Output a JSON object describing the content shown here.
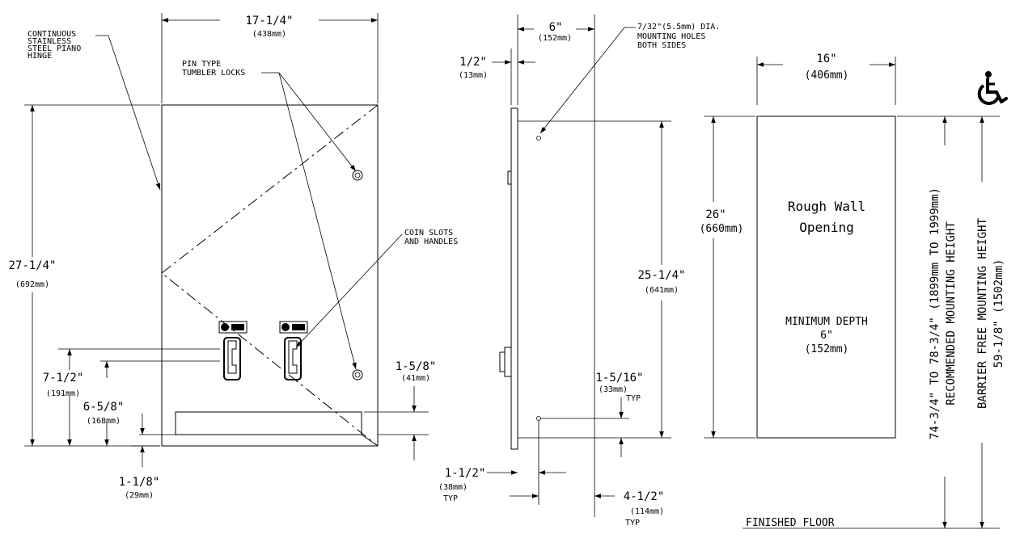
{
  "front_view": {
    "hinge_note": [
      "CONTINUOUS",
      "STAINLESS",
      "STEEL PIANO",
      "HINGE"
    ],
    "lock_note": [
      "PIN TYPE",
      "TUMBLER LOCKS"
    ],
    "coin_note": [
      "COIN SLOTS",
      "AND HANDLES"
    ],
    "width": {
      "in": "17-1/4\"",
      "mm": "(438mm)"
    },
    "height": {
      "in": "27-1/4\"",
      "mm": "(692mm)"
    },
    "handle_height": {
      "in": "7-1/2\"",
      "mm": "(191mm)"
    },
    "slot_height": {
      "in": "6-5/8\"",
      "mm": "(168mm)"
    },
    "base_offset": {
      "in": "1-1/8\"",
      "mm": "(29mm)"
    },
    "tray_height": {
      "in": "1-5/8\"",
      "mm": "(41mm)"
    }
  },
  "side_view": {
    "depth": {
      "in": "6\"",
      "mm": "(152mm)"
    },
    "flange": {
      "in": "1/2\"",
      "mm": "(13mm)"
    },
    "holes_note": [
      "7/32\"(5.5mm) DIA.",
      "MOUNTING HOLES",
      "BOTH SIDES"
    ],
    "hole_spacing": {
      "in": "25-1/4\"",
      "mm": "(641mm)"
    },
    "hole_bottom": {
      "in": "1-5/16\"",
      "mm": "(33mm)",
      "note": "TYP"
    },
    "hole_front": {
      "in": "1-1/2\"",
      "mm": "(38mm)",
      "note": "TYP"
    },
    "hole_back": {
      "in": "4-1/2\"",
      "mm": "(114mm)",
      "note": "TYP"
    }
  },
  "rough_opening": {
    "width": {
      "in": "16\"",
      "mm": "(406mm)"
    },
    "height": {
      "in": "26\"",
      "mm": "(660mm)"
    },
    "label": [
      "Rough Wall",
      "Opening"
    ],
    "depth_label": [
      "MINIMUM DEPTH",
      "6\"",
      "(152mm)"
    ],
    "recommended": [
      "74-3/4\" TO 78-3/4\" (1899mm TO 1999mm)",
      "RECOMMENDED MOUNTING HEIGHT"
    ],
    "barrier_free": [
      "BARRIER FREE MOUNTING HEIGHT",
      "59-1/8\" (1502mm)"
    ],
    "floor_label": "FINISHED FLOOR"
  },
  "icons": {
    "accessibility": "wheelchair-icon"
  }
}
